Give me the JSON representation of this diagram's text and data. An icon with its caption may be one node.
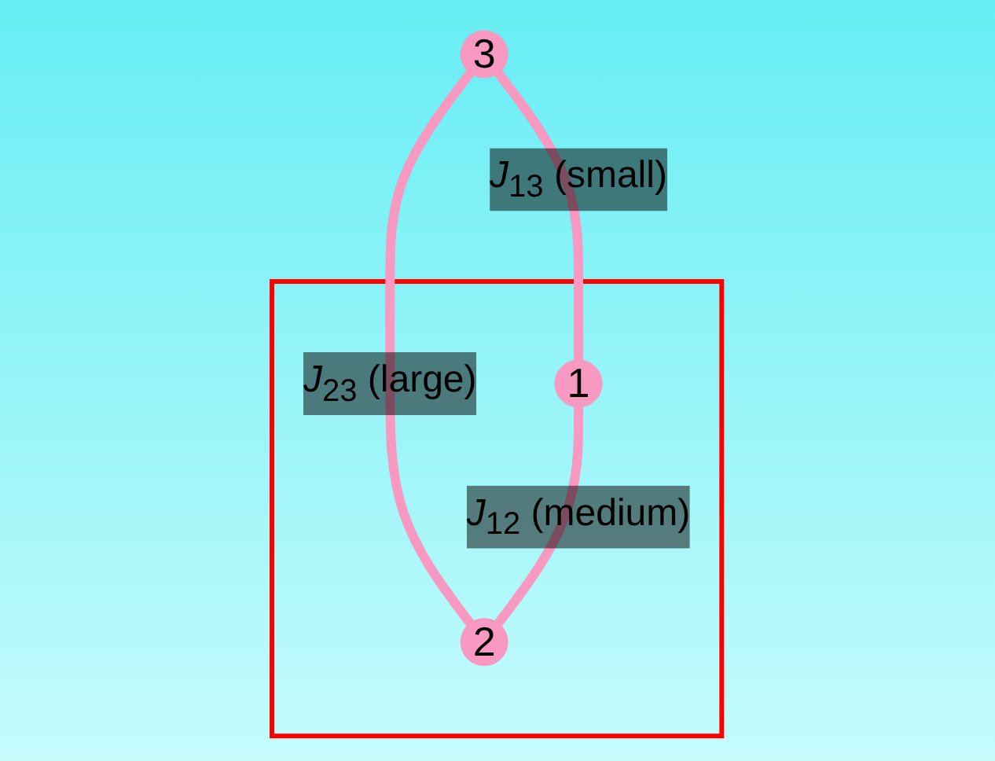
{
  "diagram": {
    "nodes": [
      {
        "text": [],
        "shape": "box"
      },
      {
        "text": [
          "1"
        ],
        "in": 0
      },
      {
        "text": [
          "2"
        ],
        "in": 0
      },
      {
        "text": [
          "3"
        ]
      }
    ],
    "edges": [
      {
        "from": 3,
        "to": 1,
        "arrow": "none",
        "label": "*J*$_{13}$ (small)"
      },
      {
        "from": 3,
        "to": 2,
        "arrow": "none",
        "label": "*J*$_{23}$ (large)"
      },
      {
        "from": 1,
        "to": 2,
        "arrow": "none",
        "label": "*J*$_{12}$ (medium)"
      }
    ]
  }
}
